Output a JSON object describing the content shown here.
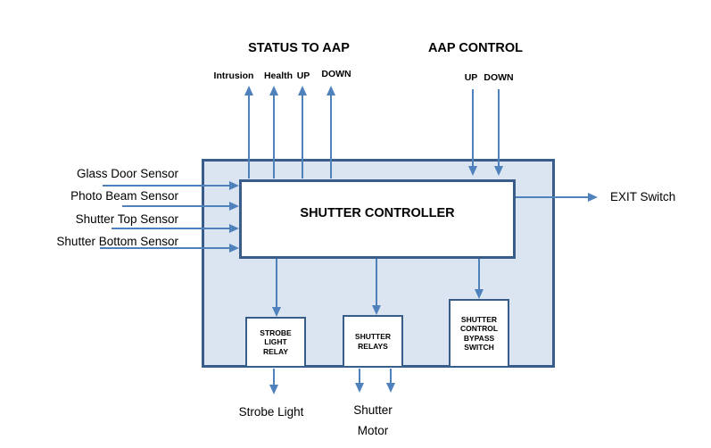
{
  "diagram": {
    "status": {
      "title": "STATUS TO AAP",
      "signals": [
        "Intrusion",
        "Health",
        "UP",
        "DOWN"
      ]
    },
    "control": {
      "title": "AAP CONTROL",
      "signals": [
        "UP",
        "DOWN"
      ]
    },
    "controller_label": "SHUTTER CONTROLLER",
    "inputs": [
      "Glass Door Sensor",
      "Photo Beam Sensor",
      "Shutter Top Sensor",
      "Shutter Bottom Sensor"
    ],
    "exit_label": "EXIT Switch",
    "blocks": [
      "STROBE LIGHT RELAY",
      "SHUTTER RELAYS",
      "SHUTTER CONTROL BYPASS SWITCH"
    ],
    "outputs": {
      "strobe": "Strobe Light",
      "motor": "Shutter Motor"
    },
    "colors": {
      "arrow": "#4f81bd",
      "border": "#385d8a",
      "panel_fill": "#dbe5f1"
    }
  }
}
